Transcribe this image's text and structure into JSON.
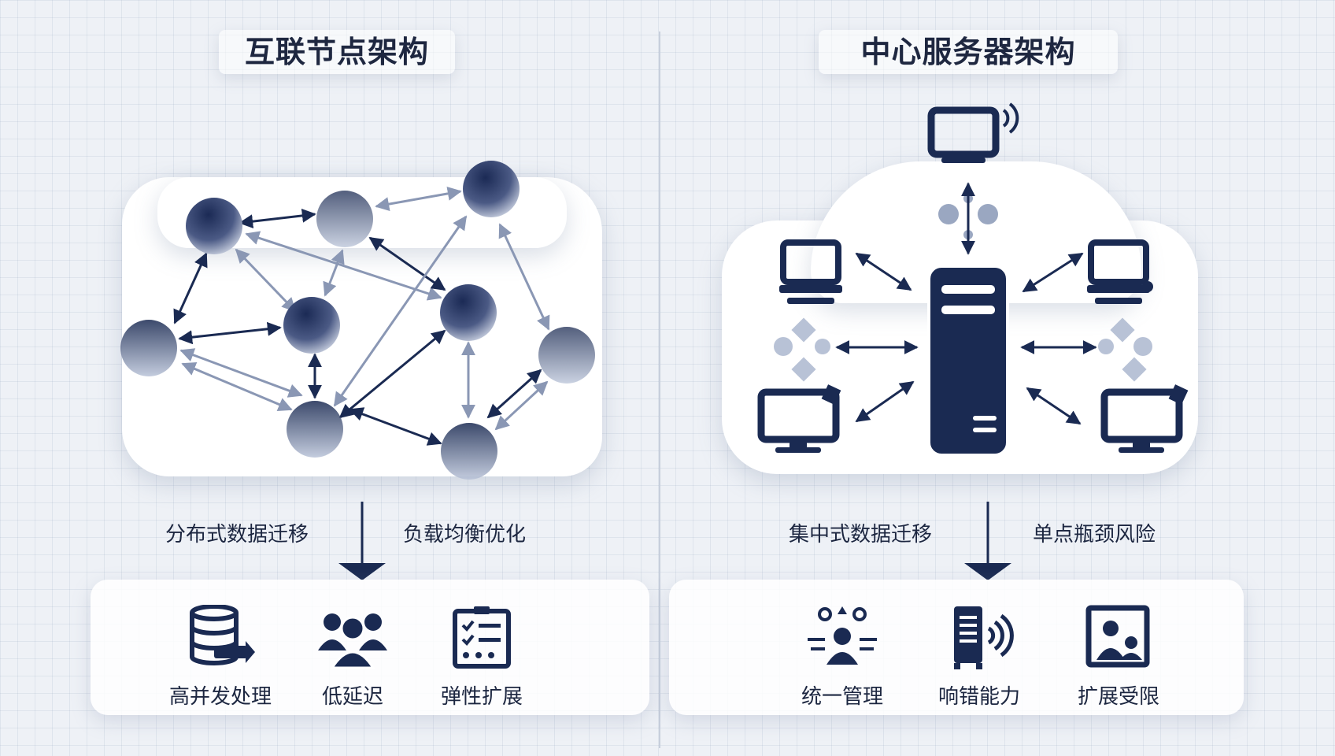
{
  "left": {
    "title": "互联节点架构",
    "label_left": "分布式数据迁移",
    "label_right": "负载均衡优化",
    "features": [
      {
        "label": "高并发处理",
        "icon": "database-arrow-icon"
      },
      {
        "label": "低延迟",
        "icon": "user-group-icon"
      },
      {
        "label": "弹性扩展",
        "icon": "checklist-board-icon"
      }
    ]
  },
  "right": {
    "title": "中心服务器架构",
    "label_left": "集中式数据迁移",
    "label_right": "单点瓶颈风险",
    "features": [
      {
        "label": "统一管理",
        "icon": "admin-user-icon"
      },
      {
        "label": "响错能力",
        "icon": "server-signal-icon"
      },
      {
        "label": "扩展受限",
        "icon": "user-frame-icon"
      }
    ]
  },
  "colors": {
    "navy": "#1a2a52",
    "node_light": "#b8c2d6",
    "panel": "#ffffff",
    "background": "#eef1f6"
  }
}
